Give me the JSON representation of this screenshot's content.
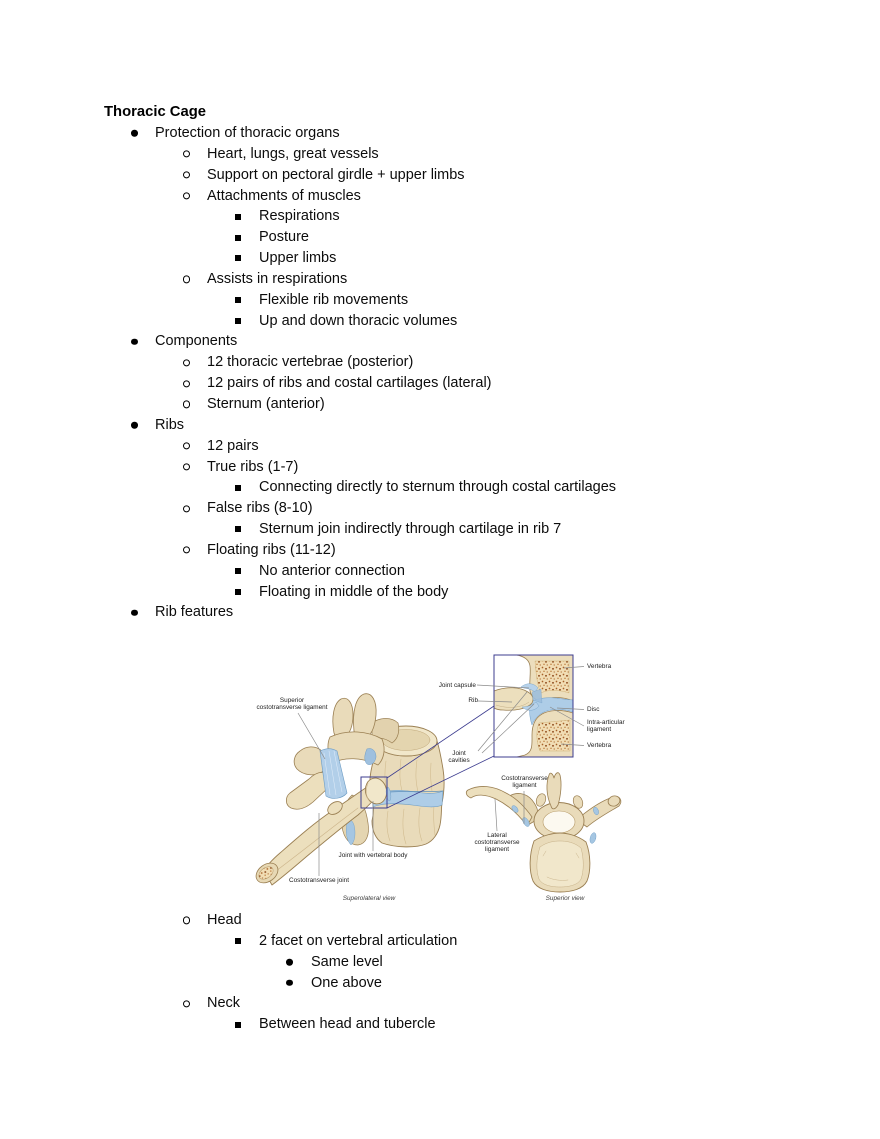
{
  "doc": {
    "heading": "Thoracic Cage",
    "items": [
      {
        "level": 1,
        "text": "Protection of thoracic organs"
      },
      {
        "level": 2,
        "text": "Heart, lungs, great vessels"
      },
      {
        "level": 2,
        "text": "Support on pectoral girdle + upper limbs"
      },
      {
        "level": 2,
        "text": "Attachments of muscles"
      },
      {
        "level": 3,
        "text": "Respirations"
      },
      {
        "level": 3,
        "text": "Posture"
      },
      {
        "level": 3,
        "text": "Upper limbs"
      },
      {
        "level": 2,
        "text": "Assists in respirations"
      },
      {
        "level": 3,
        "text": "Flexible rib movements"
      },
      {
        "level": 3,
        "text": "Up and down thoracic volumes"
      },
      {
        "level": 1,
        "text": "Components"
      },
      {
        "level": 2,
        "text": "12 thoracic vertebrae (posterior)"
      },
      {
        "level": 2,
        "text": "12 pairs of ribs and costal cartilages (lateral)"
      },
      {
        "level": 2,
        "text": "Sternum (anterior)"
      },
      {
        "level": 1,
        "text": "Ribs"
      },
      {
        "level": 2,
        "text": "12 pairs"
      },
      {
        "level": 2,
        "text": "True ribs (1-7)"
      },
      {
        "level": 3,
        "text": "Connecting directly to sternum through costal cartilages"
      },
      {
        "level": 2,
        "text": "False ribs (8-10)"
      },
      {
        "level": 3,
        "text": "Sternum join indirectly through cartilage in rib 7"
      },
      {
        "level": 2,
        "text": "Floating ribs (11-12)"
      },
      {
        "level": 3,
        "text": "No anterior connection"
      },
      {
        "level": 3,
        "text": "Floating in middle of the body"
      },
      {
        "level": 1,
        "text": "Rib features"
      }
    ],
    "items_after": [
      {
        "level": 2,
        "text": "Head"
      },
      {
        "level": 3,
        "text": "2 facet on vertebral articulation"
      },
      {
        "level": 4,
        "text": "Same level"
      },
      {
        "level": 4,
        "text": "One above"
      },
      {
        "level": 2,
        "text": "Neck"
      },
      {
        "level": 3,
        "text": "Between head and tubercle"
      }
    ]
  },
  "figure": {
    "description": "Rib and vertebra articulation diagram",
    "labels": {
      "superior_costotransverse_ligament": "Superior\ncostotransverse ligament",
      "joint_capsule": "Joint capsule",
      "rib": "Rib",
      "joint_cavities": "Joint\ncavities",
      "vertebra_top": "Vertebra",
      "disc": "Disc",
      "intra_articular_ligament": "Intra-articular\nligament",
      "vertebra_bottom": "Vertebra",
      "costotransverse_ligament": "Costotransverse\nligament",
      "lateral_costotransverse_ligament": "Lateral\ncostotransverse\nligament",
      "joint_with_vertebral_body": "Joint with vertebral body",
      "costotransverse_joint": "Costotransverse joint"
    },
    "captions": {
      "left": "Superolateral view",
      "right": "Superior view"
    },
    "colors": {
      "bone": "#e9dbba",
      "bone_light": "#f1e7ca",
      "bone_outline": "#9a7f52",
      "marrow": "#f1ddb4",
      "speckle": "#a8632a",
      "ligament_blue": "#aecde7",
      "ligament_outline": "#6d9cc4",
      "callout_blue": "#3c3c8f",
      "leader_gray": "#8a8a8a"
    }
  }
}
